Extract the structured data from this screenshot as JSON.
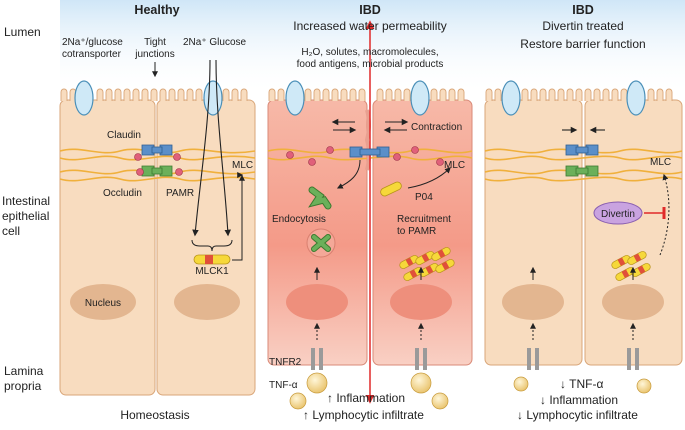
{
  "side_labels": {
    "lumen": "Lumen",
    "cell_line1": "Intestinal",
    "cell_line2": "epithelial",
    "cell_line3": "cell",
    "lamina_line1": "Lamina",
    "lamina_line2": "propria"
  },
  "healthy": {
    "title": "Healthy",
    "cotransporter_line1": "2Na⁺/glucose",
    "cotransporter_line2": "cotransporter",
    "tight_junctions_line1": "Tight",
    "tight_junctions_line2": "junctions",
    "glucose_label": "2Na⁺ Glucose",
    "claudin": "Claudin",
    "occludin": "Occludin",
    "pamr": "PAMR",
    "mlc": "MLC",
    "mlck1": "MLCK1",
    "nucleus": "Nucleus",
    "footer": "Homeostasis"
  },
  "ibd": {
    "title": "IBD",
    "subtitle": "Increased water permeability",
    "solutes_line1": "H₂O, solutes, macromolecules,",
    "solutes_line2": "food antigens, microbial products",
    "contraction": "Contraction",
    "mlc": "MLC",
    "p04": "P04",
    "endocytosis": "Endocytosis",
    "recruitment_line1": "Recruitment",
    "recruitment_line2": "to PAMR",
    "tnfr2": "TNFR2",
    "tnf": "TNF-α",
    "inflammation": "↑ Inflammation",
    "lymphocytic": "↑ Lymphocytic infiltrate"
  },
  "treated": {
    "title": "IBD",
    "subtitle_line1": "Divertin treated",
    "subtitle_line2": "Restore barrier function",
    "mlc": "MLC",
    "divertin": "Divertin",
    "tnf": "↓ TNF-α",
    "inflammation": "↓ Inflammation",
    "lymphocytic": "↓ Lymphocytic infiltrate"
  },
  "colors": {
    "cell_fill": "#f8dcbf",
    "cell_stroke": "#d9a679",
    "inflamed_fill": "#f3a896",
    "nucleus_fill": "#e3b690",
    "claudin": "#5b8fc9",
    "occludin": "#6bb05a",
    "bead": "#e0607a",
    "mlck_yellow": "#f6d83a",
    "mlck_red": "#e0503a",
    "tnf_ball": "#f0d080",
    "receptor": "#9a9a9a",
    "divertin": "#c9a3e0",
    "red_arrow": "#e02a2a"
  }
}
